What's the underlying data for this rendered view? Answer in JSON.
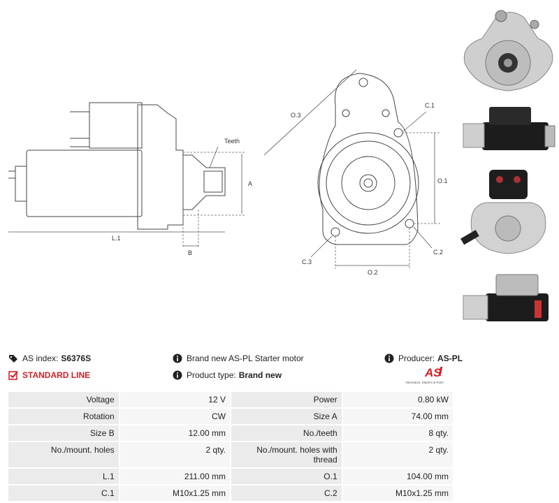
{
  "drawing": {
    "labels": {
      "teeth": "Teeth",
      "a": "A",
      "l1": "L.1",
      "b": "B",
      "o3": "O.3",
      "c1": "C.1",
      "o1": "O.1",
      "c3": "C.3",
      "o2": "O.2",
      "c2": "C.2"
    }
  },
  "info": {
    "as_index_label": "AS index:",
    "as_index_value": "S6376S",
    "line_label": "STANDARD LINE",
    "description": "Brand new AS-PL Starter motor",
    "product_type_label": "Product type:",
    "product_type_value": "Brand new",
    "producer_label": "Producer:",
    "producer_value": "AS-PL",
    "logo_text": "AS",
    "logo_tagline": "Alternators, Starters & Parts"
  },
  "specs": [
    {
      "label1": "Voltage",
      "value1": "12 V",
      "label2": "Power",
      "value2": "0.80 kW"
    },
    {
      "label1": "Rotation",
      "value1": "CW",
      "label2": "Size A",
      "value2": "74.00 mm"
    },
    {
      "label1": "Size B",
      "value1": "12.00 mm",
      "label2": "No./teeth",
      "value2": "8 qty."
    },
    {
      "label1": "No./mount. holes",
      "value1": "2 qty.",
      "label2": "No./mount. holes with thread",
      "value2": "2 qty."
    },
    {
      "label1": "L.1",
      "value1": "211.00 mm",
      "label2": "O.1",
      "value2": "104.00 mm"
    },
    {
      "label1": "C.1",
      "value1": "M10x1.25 mm",
      "label2": "C.2",
      "value2": "M10x1.25 mm"
    }
  ],
  "colors": {
    "accent": "#d41f26",
    "label_bg": "#ebebeb",
    "value_bg": "#f6f6f6"
  }
}
